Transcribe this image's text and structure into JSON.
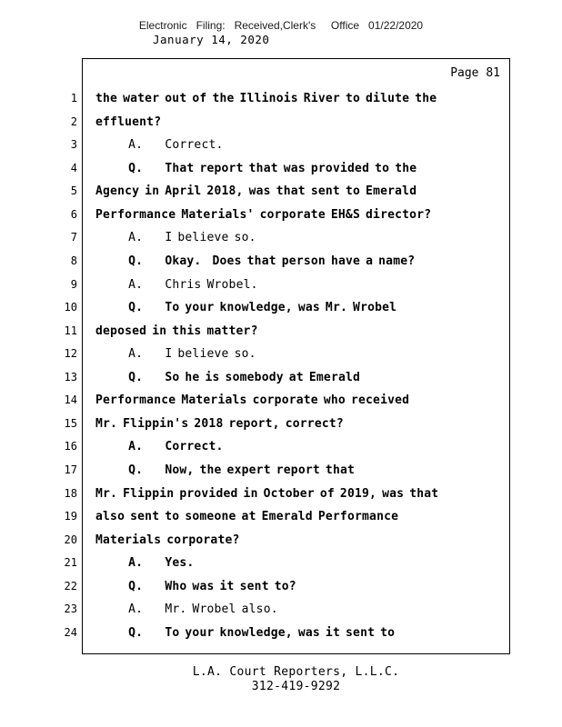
{
  "header": {
    "filing_line": "Electronic   Filing:   Received,Clerk's     Office   01/22/2020",
    "date_line": "January 14, 2020"
  },
  "page_label": "Page 81",
  "transcript": {
    "lines": [
      {
        "num": "1",
        "text": "the water out of the Illinois River to dilute the",
        "bold": true
      },
      {
        "num": "2",
        "text": "effluent?",
        "bold": true
      },
      {
        "num": "3",
        "text": "      A.    Correct.",
        "bold": false
      },
      {
        "num": "4",
        "text": "      Q.    That report that was provided to the",
        "bold": true
      },
      {
        "num": "5",
        "text": "Agency in April 2018, was that sent to Emerald",
        "bold": true
      },
      {
        "num": "6",
        "text": "Performance Materials' corporate EH&S director?",
        "bold": true
      },
      {
        "num": "7",
        "text": "      A.    I believe so.",
        "bold": false
      },
      {
        "num": "8",
        "text": "      Q.    Okay.  Does that person have a name?",
        "bold": true
      },
      {
        "num": "9",
        "text": "      A.    Chris Wrobel.",
        "bold": false
      },
      {
        "num": "10",
        "text": "      Q.    To your knowledge, was Mr. Wrobel",
        "bold": true
      },
      {
        "num": "11",
        "text": "deposed in this matter?",
        "bold": true
      },
      {
        "num": "12",
        "text": "      A.    I believe so.",
        "bold": false
      },
      {
        "num": "13",
        "text": "      Q.    So he is somebody at Emerald",
        "bold": true
      },
      {
        "num": "14",
        "text": "Performance Materials corporate who received",
        "bold": true
      },
      {
        "num": "15",
        "text": "Mr. Flippin's 2018 report, correct?",
        "bold": true
      },
      {
        "num": "16",
        "text": "      A.    Correct.",
        "bold": true
      },
      {
        "num": "17",
        "text": "      Q.    Now, the expert report that",
        "bold": true
      },
      {
        "num": "18",
        "text": "Mr. Flippin provided in October of 2019, was that",
        "bold": true
      },
      {
        "num": "19",
        "text": "also sent to someone at Emerald Performance",
        "bold": true
      },
      {
        "num": "20",
        "text": "Materials corporate?",
        "bold": true
      },
      {
        "num": "21",
        "text": "      A.    Yes.",
        "bold": true
      },
      {
        "num": "22",
        "text": "      Q.    Who was it sent to?",
        "bold": true
      },
      {
        "num": "23",
        "text": "      A.    Mr. Wrobel also.",
        "bold": false
      },
      {
        "num": "24",
        "text": "      Q.    To your knowledge, was it sent to",
        "bold": true
      }
    ]
  },
  "footer": {
    "company": "L.A. Court Reporters, L.L.C.",
    "phone": "312-419-9292"
  }
}
